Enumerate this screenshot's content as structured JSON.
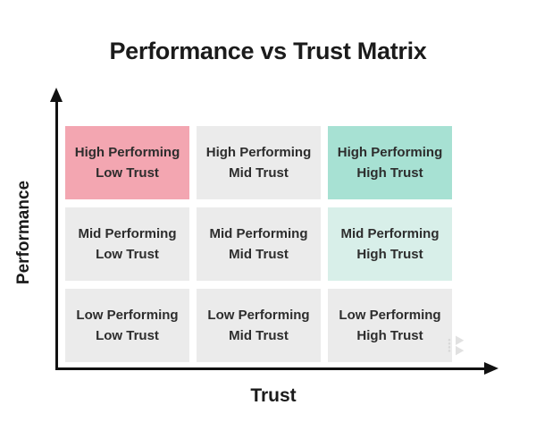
{
  "title": "Performance vs Trust Matrix",
  "axes": {
    "y_label": "Performance",
    "x_label": "Trust"
  },
  "colors": {
    "negative_pink": "#f3a6b1",
    "positive_teal": "#a7e1d3",
    "positive_teal_light": "#d8efe9",
    "neutral_gray": "#ebebeb",
    "axis_black": "#111111",
    "cell_text": "#2d2d2d"
  },
  "matrix": {
    "rows": [
      "High Performing",
      "Mid Performing",
      "Low Performing"
    ],
    "columns": [
      "Low Trust",
      "Mid Trust",
      "High Trust"
    ],
    "cells": [
      {
        "line1": "High Performing",
        "line2": "Low Trust",
        "color": "#f3a6b1"
      },
      {
        "line1": "High Performing",
        "line2": "Mid Trust",
        "color": "#ebebeb"
      },
      {
        "line1": "High Performing",
        "line2": "High Trust",
        "color": "#a7e1d3"
      },
      {
        "line1": "Mid Performing",
        "line2": "Low Trust",
        "color": "#ebebeb"
      },
      {
        "line1": "Mid Performing",
        "line2": "Mid Trust",
        "color": "#ebebeb"
      },
      {
        "line1": "Mid Performing",
        "line2": "High Trust",
        "color": "#d8efe9"
      },
      {
        "line1": "Low Performing",
        "line2": "Low Trust",
        "color": "#ebebeb"
      },
      {
        "line1": "Low Performing",
        "line2": "Mid Trust",
        "color": "#ebebeb"
      },
      {
        "line1": "Low Performing",
        "line2": "High Trust",
        "color": "#ebebeb"
      }
    ]
  },
  "watermark": {
    "icon": "logo-watermark-icon",
    "color": "#c9c9c9"
  }
}
